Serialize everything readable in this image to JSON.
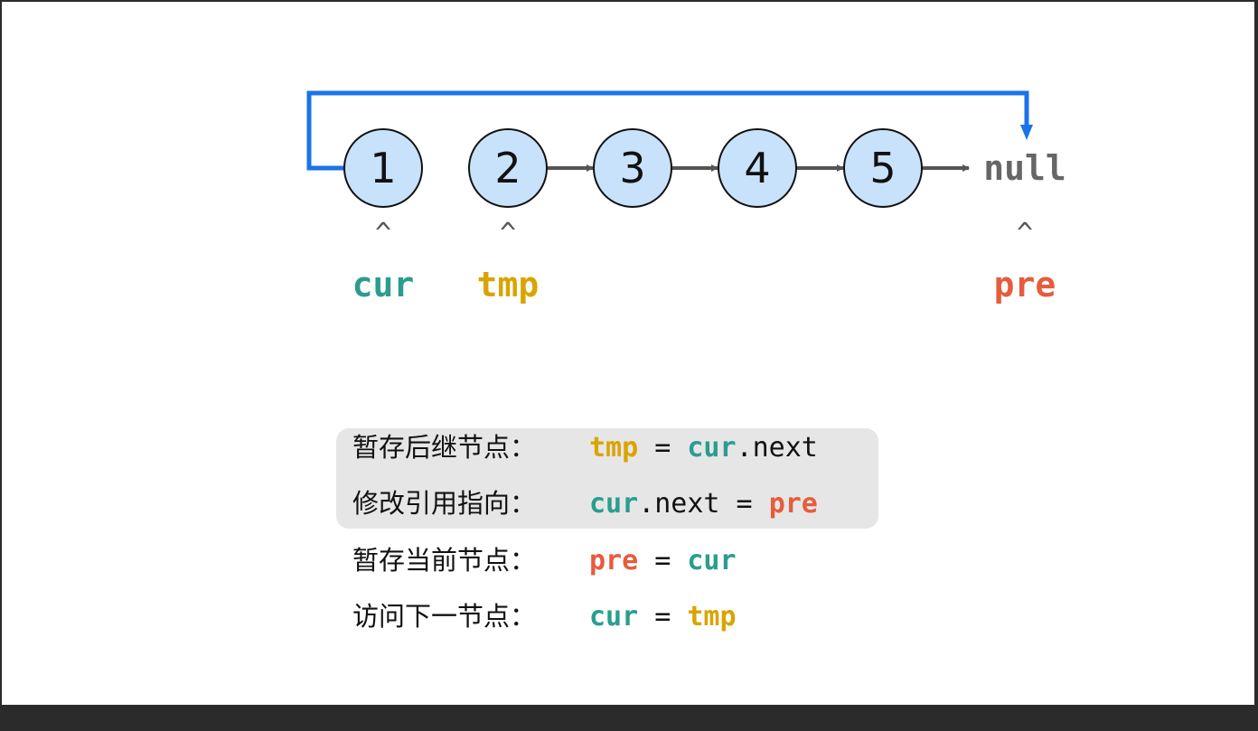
{
  "colors": {
    "cur": "#2a9d8f",
    "tmp": "#d9a400",
    "pre": "#e65c3c",
    "plain": "#111111",
    "node_fill": "#c8e2fc",
    "arrow": "#555555",
    "reverse_arrow": "#1a73e8",
    "null": "#666666",
    "caret": "#555555"
  },
  "nodes": [
    "1",
    "2",
    "3",
    "4",
    "5"
  ],
  "null_label": "null",
  "pointers": [
    {
      "name": "cur",
      "caret": "^",
      "node_index": 0,
      "color": "cur"
    },
    {
      "name": "tmp",
      "caret": "^",
      "node_index": 1,
      "color": "tmp"
    },
    {
      "name": "pre",
      "caret": "^",
      "node_index": 5,
      "color": "pre"
    }
  ],
  "steps": [
    {
      "label": "暂存后继节点：",
      "parts": [
        {
          "text": "tmp",
          "c": "tmp"
        },
        {
          "text": " = ",
          "c": "plain"
        },
        {
          "text": "cur",
          "c": "cur"
        },
        {
          "text": ".next",
          "c": "plain"
        }
      ],
      "highlighted": true
    },
    {
      "label": "修改引用指向：",
      "parts": [
        {
          "text": "cur",
          "c": "cur"
        },
        {
          "text": ".next = ",
          "c": "plain"
        },
        {
          "text": "pre",
          "c": "pre"
        }
      ],
      "highlighted": true
    },
    {
      "label": "暂存当前节点：",
      "parts": [
        {
          "text": "pre",
          "c": "pre"
        },
        {
          "text": " = ",
          "c": "plain"
        },
        {
          "text": "cur",
          "c": "cur"
        }
      ],
      "highlighted": false
    },
    {
      "label": "访问下一节点：",
      "parts": [
        {
          "text": "cur",
          "c": "cur"
        },
        {
          "text": " = ",
          "c": "plain"
        },
        {
          "text": "tmp",
          "c": "tmp"
        }
      ],
      "highlighted": false
    }
  ]
}
